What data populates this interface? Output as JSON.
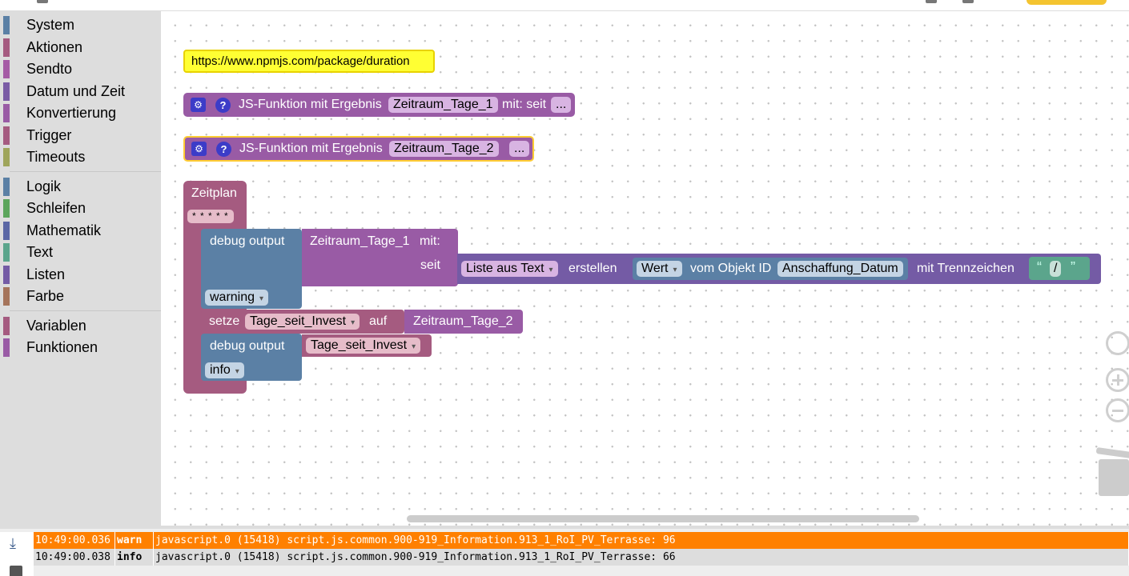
{
  "toolbox": {
    "groups": [
      [
        {
          "label": "System",
          "color": "#5b80a5"
        },
        {
          "label": "Aktionen",
          "color": "#a55b80"
        },
        {
          "label": "Sendto",
          "color": "#a55ba5"
        },
        {
          "label": "Datum und Zeit",
          "color": "#7a5ba5"
        },
        {
          "label": "Konvertierung",
          "color": "#995ba5"
        },
        {
          "label": "Trigger",
          "color": "#a55b80"
        },
        {
          "label": "Timeouts",
          "color": "#9fa55b"
        }
      ],
      [
        {
          "label": "Logik",
          "color": "#5b80a5"
        },
        {
          "label": "Schleifen",
          "color": "#5ba55b"
        },
        {
          "label": "Mathematik",
          "color": "#5b67a5"
        },
        {
          "label": "Text",
          "color": "#5ba58c"
        },
        {
          "label": "Listen",
          "color": "#745ba5"
        },
        {
          "label": "Farbe",
          "color": "#a5745b"
        }
      ],
      [
        {
          "label": "Variablen",
          "color": "#a55b80"
        },
        {
          "label": "Funktionen",
          "color": "#995ba5"
        }
      ]
    ]
  },
  "workspace": {
    "comment": "https://www.npmjs.com/package/duration",
    "fn1": {
      "gear": "gear-icon",
      "label": "JS-Funktion mit Ergebnis",
      "name": "Zeitraum_Tage_1",
      "suffix": "mit: seit",
      "more": "..."
    },
    "fn2": {
      "gear": "gear-icon",
      "label": "JS-Funktion mit Ergebnis",
      "name": "Zeitraum_Tage_2",
      "more": "..."
    },
    "schedule": {
      "label": "Zeitplan",
      "cron": "* * * * *",
      "debug1": {
        "label": "debug output",
        "level": "warning"
      },
      "call": {
        "name": "Zeitraum_Tage_1",
        "mit": "mit:",
        "seit": "seit"
      },
      "list": {
        "var": "Liste aus Text",
        "create": "erstellen"
      },
      "obj": {
        "field": "Wert",
        "text": "vom Objekt ID",
        "id": "Anschaffung_Datum"
      },
      "sep": {
        "label": "mit Trennzeichen",
        "value": "/",
        "open_quote": "“",
        "close_quote": "”"
      },
      "set": {
        "label": "setze",
        "var": "Tage_seit_Invest",
        "auf": "auf",
        "value": "Zeitraum_Tage_2"
      },
      "debug2": {
        "label": "debug output",
        "var": "Tage_seit_Invest",
        "level": "info"
      }
    }
  },
  "log": {
    "rows": [
      {
        "time": "10:49:00.036",
        "level": "warn",
        "msg": "javascript.0 (15418) script.js.common.900-919_Information.913_1_RoI_PV_Terrasse: 96"
      },
      {
        "time": "10:49:00.038",
        "level": "info",
        "msg": "javascript.0 (15418) script.js.common.900-919_Information.913_1_RoI_PV_Terrasse: 66"
      }
    ]
  }
}
